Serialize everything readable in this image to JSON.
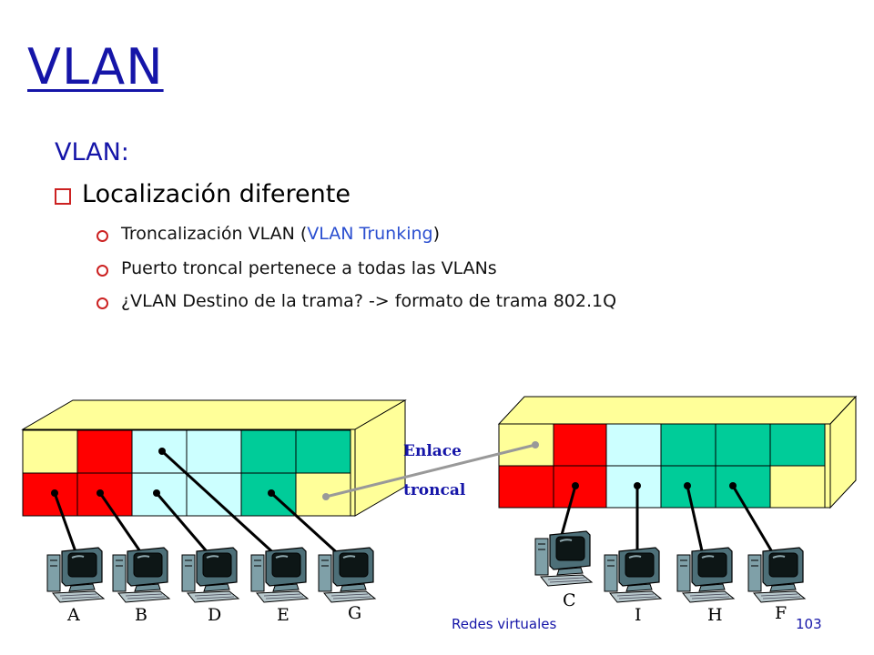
{
  "title": "VLAN",
  "subheading": "VLAN:",
  "bullet": "Localización diferente",
  "subbullets": {
    "trunk_pre": "Troncalización VLAN (",
    "trunk_highlight": "VLAN Trunking",
    "trunk_post": ")",
    "port": "Puerto troncal pertenece a todas las VLANs",
    "frame": "¿VLAN Destino de la trama? -> formato de trama 802.1Q"
  },
  "link_label": [
    "Enlace",
    "troncal"
  ],
  "hosts_left": [
    "A",
    "B",
    "D",
    "E",
    "G"
  ],
  "hosts_right": [
    "C",
    "I",
    "H",
    "F"
  ],
  "footer": {
    "left": "Redes virtuales",
    "page": "103"
  },
  "colors": {
    "title": "#1515a8",
    "red": "#ff0000",
    "yellow": "#ffff99",
    "cyan": "#ccffff",
    "green": "#00cc99",
    "switch_body": "#ffff99"
  }
}
